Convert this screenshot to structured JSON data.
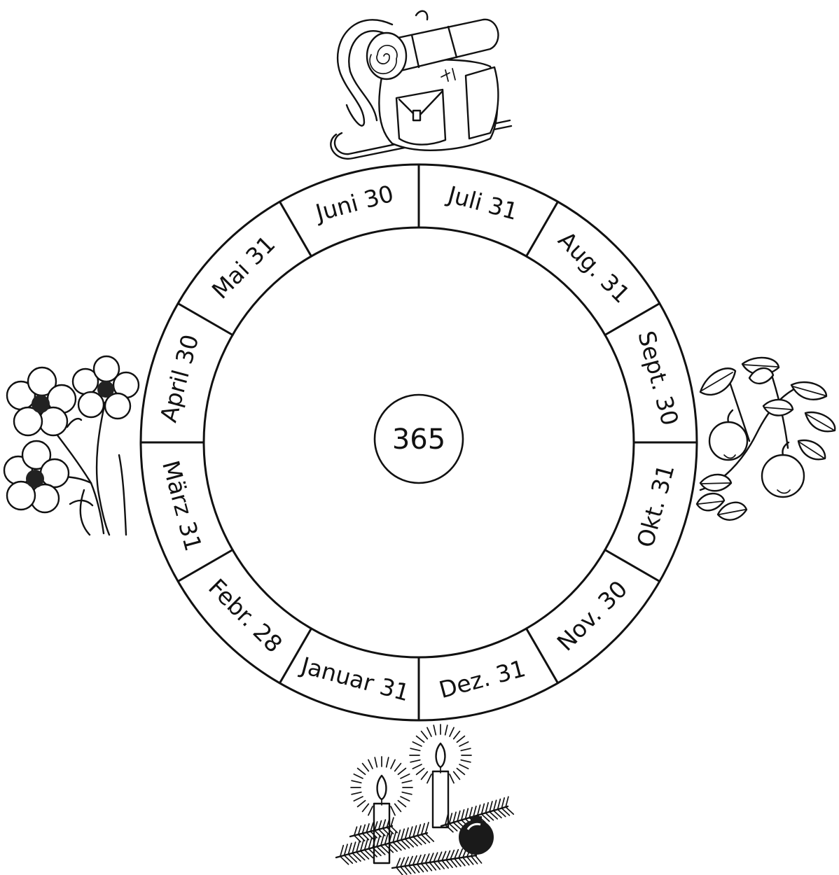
{
  "calendar_wheel": {
    "center_total": "365",
    "months": [
      {
        "label": "Juni 30"
      },
      {
        "label": "Juli 31"
      },
      {
        "label": "Aug. 31"
      },
      {
        "label": "Sept. 30"
      },
      {
        "label": "Okt. 31"
      },
      {
        "label": "Nov. 30"
      },
      {
        "label": "Dez. 31"
      },
      {
        "label": "Januar 31"
      },
      {
        "label": "Febr. 28"
      },
      {
        "label": "März 31"
      },
      {
        "label": "April 30"
      },
      {
        "label": "Mai 31"
      }
    ]
  },
  "season_illustrations": {
    "top": "backpack-with-walking-stick-icon",
    "right": "apple-branch-icon",
    "bottom": "advent-candles-with-fir-branch-icon",
    "left": "flowers-icon"
  }
}
